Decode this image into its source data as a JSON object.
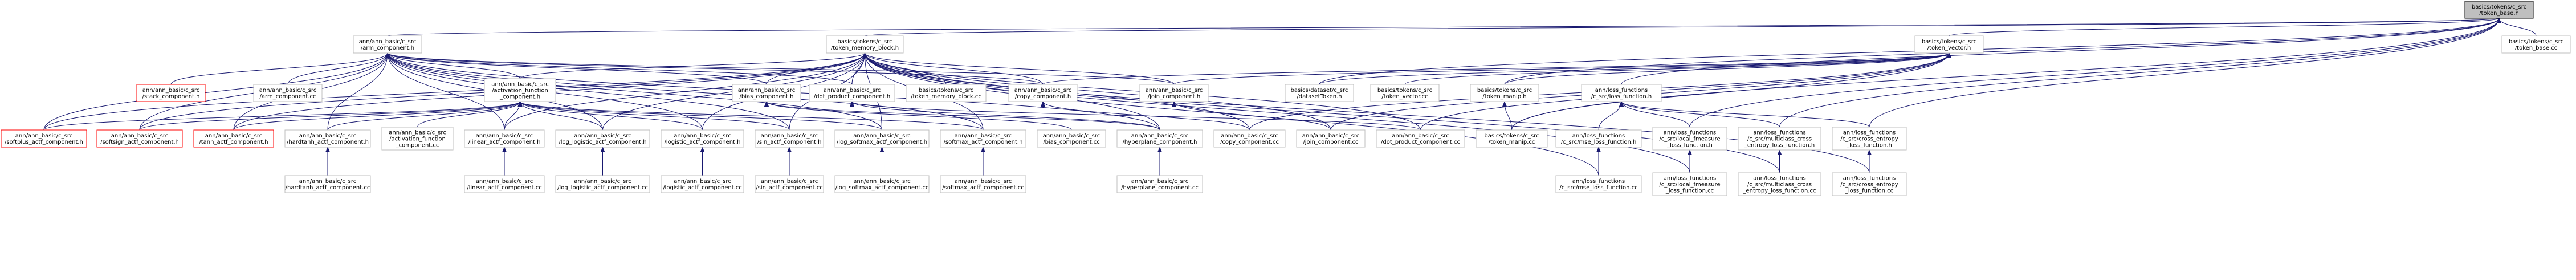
{
  "diagram": {
    "colors": {
      "edge": "#191970",
      "node_border": "#bfbfbf",
      "node_missing_border": "#ff0000",
      "root_fill": "#bfbfbf",
      "root_border": "#000000",
      "node_fill": "#ffffff",
      "text": "#000000"
    },
    "nodes": [
      {
        "id": "token_base_h",
        "lines": [
          "basics/tokens/c_src",
          "/token_base.h"
        ],
        "style": "root"
      },
      {
        "id": "arm_component_h",
        "lines": [
          "ann/ann_basic/c_src",
          "/arm_component.h"
        ],
        "style": "normal"
      },
      {
        "id": "token_memory_block_h",
        "lines": [
          "basics/tokens/c_src",
          "/token_memory_block.h"
        ],
        "style": "normal"
      },
      {
        "id": "token_vector_h",
        "lines": [
          "basics/tokens/c_src",
          "/token_vector.h"
        ],
        "style": "normal"
      },
      {
        "id": "token_base_cc",
        "lines": [
          "basics/tokens/c_src",
          "/token_base.cc"
        ],
        "style": "normal"
      },
      {
        "id": "stack_component_h",
        "lines": [
          "ann/ann_basic/c_src",
          "/stack_component.h"
        ],
        "style": "missing"
      },
      {
        "id": "arm_component_cc",
        "lines": [
          "ann/ann_basic/c_src",
          "/arm_component.cc"
        ],
        "style": "normal"
      },
      {
        "id": "activation_function_component_h",
        "lines": [
          "ann/ann_basic/c_src",
          "/activation_function",
          "_component.h"
        ],
        "style": "normal"
      },
      {
        "id": "bias_component_h",
        "lines": [
          "ann/ann_basic/c_src",
          "/bias_component.h"
        ],
        "style": "normal"
      },
      {
        "id": "dot_product_component_h",
        "lines": [
          "ann/ann_basic/c_src",
          "/dot_product_component.h"
        ],
        "style": "normal"
      },
      {
        "id": "token_memory_block_cc",
        "lines": [
          "basics/tokens/c_src",
          "/token_memory_block.cc"
        ],
        "style": "normal"
      },
      {
        "id": "copy_component_h",
        "lines": [
          "ann/ann_basic/c_src",
          "/copy_component.h"
        ],
        "style": "normal"
      },
      {
        "id": "join_component_h",
        "lines": [
          "ann/ann_basic/c_src",
          "/join_component.h"
        ],
        "style": "normal"
      },
      {
        "id": "datasetToken_h",
        "lines": [
          "basics/dataset/c_src",
          "/datasetToken.h"
        ],
        "style": "normal"
      },
      {
        "id": "token_vector_cc",
        "lines": [
          "basics/tokens/c_src",
          "/token_vector.cc"
        ],
        "style": "normal"
      },
      {
        "id": "token_manip_h",
        "lines": [
          "basics/tokens/c_src",
          "/token_manip.h"
        ],
        "style": "normal"
      },
      {
        "id": "loss_function_h",
        "lines": [
          "ann/loss_functions",
          "/c_src/loss_function.h"
        ],
        "style": "normal"
      },
      {
        "id": "softplus_actf_component_h",
        "lines": [
          "ann/ann_basic/c_src",
          "/softplus_actf_component.h"
        ],
        "style": "missing"
      },
      {
        "id": "softsign_actf_component_h",
        "lines": [
          "ann/ann_basic/c_src",
          "/softsign_actf_component.h"
        ],
        "style": "missing"
      },
      {
        "id": "tanh_actf_component_h",
        "lines": [
          "ann/ann_basic/c_src",
          "/tanh_actf_component.h"
        ],
        "style": "missing"
      },
      {
        "id": "hardtanh_actf_component_h",
        "lines": [
          "ann/ann_basic/c_src",
          "/hardtanh_actf_component.h"
        ],
        "style": "normal"
      },
      {
        "id": "activation_function_component_cc",
        "lines": [
          "ann/ann_basic/c_src",
          "/activation_function",
          "_component.cc"
        ],
        "style": "normal"
      },
      {
        "id": "linear_actf_component_h",
        "lines": [
          "ann/ann_basic/c_src",
          "/linear_actf_component.h"
        ],
        "style": "normal"
      },
      {
        "id": "log_logistic_actf_component_h",
        "lines": [
          "ann/ann_basic/c_src",
          "/log_logistic_actf_component.h"
        ],
        "style": "normal"
      },
      {
        "id": "logistic_actf_component_h",
        "lines": [
          "ann/ann_basic/c_src",
          "/logistic_actf_component.h"
        ],
        "style": "normal"
      },
      {
        "id": "sin_actf_component_h",
        "lines": [
          "ann/ann_basic/c_src",
          "/sin_actf_component.h"
        ],
        "style": "normal"
      },
      {
        "id": "log_softmax_actf_component_h",
        "lines": [
          "ann/ann_basic/c_src",
          "/log_softmax_actf_component.h"
        ],
        "style": "normal"
      },
      {
        "id": "softmax_actf_component_h",
        "lines": [
          "ann/ann_basic/c_src",
          "/softmax_actf_component.h"
        ],
        "style": "normal"
      },
      {
        "id": "bias_component_cc",
        "lines": [
          "ann/ann_basic/c_src",
          "/bias_component.cc"
        ],
        "style": "normal"
      },
      {
        "id": "hyperplane_component_h",
        "lines": [
          "ann/ann_basic/c_src",
          "/hyperplane_component.h"
        ],
        "style": "normal"
      },
      {
        "id": "copy_component_cc",
        "lines": [
          "ann/ann_basic/c_src",
          "/copy_component.cc"
        ],
        "style": "normal"
      },
      {
        "id": "join_component_cc",
        "lines": [
          "ann/ann_basic/c_src",
          "/join_component.cc"
        ],
        "style": "normal"
      },
      {
        "id": "dot_product_component_cc",
        "lines": [
          "ann/ann_basic/c_src",
          "/dot_product_component.cc"
        ],
        "style": "normal"
      },
      {
        "id": "token_manip_cc",
        "lines": [
          "basics/tokens/c_src",
          "/token_manip.cc"
        ],
        "style": "normal"
      },
      {
        "id": "mse_loss_function_h",
        "lines": [
          "ann/loss_functions",
          "/c_src/mse_loss_function.h"
        ],
        "style": "normal"
      },
      {
        "id": "local_fmeasure_loss_function_h",
        "lines": [
          "ann/loss_functions",
          "/c_src/local_fmeasure",
          "_loss_function.h"
        ],
        "style": "normal"
      },
      {
        "id": "multiclass_cross_entropy_loss_function_h",
        "lines": [
          "ann/loss_functions",
          "/c_src/multiclass_cross",
          "_entropy_loss_function.h"
        ],
        "style": "normal"
      },
      {
        "id": "cross_entropy_loss_function_h",
        "lines": [
          "ann/loss_functions",
          "/c_src/cross_entropy",
          "_loss_function.h"
        ],
        "style": "normal"
      },
      {
        "id": "hardtanh_actf_component_cc",
        "lines": [
          "ann/ann_basic/c_src",
          "/hardtanh_actf_component.cc"
        ],
        "style": "normal"
      },
      {
        "id": "linear_actf_component_cc",
        "lines": [
          "ann/ann_basic/c_src",
          "/linear_actf_component.cc"
        ],
        "style": "normal"
      },
      {
        "id": "log_logistic_actf_component_cc",
        "lines": [
          "ann/ann_basic/c_src",
          "/log_logistic_actf_component.cc"
        ],
        "style": "normal"
      },
      {
        "id": "logistic_actf_component_cc",
        "lines": [
          "ann/ann_basic/c_src",
          "/logistic_actf_component.cc"
        ],
        "style": "normal"
      },
      {
        "id": "sin_actf_component_cc",
        "lines": [
          "ann/ann_basic/c_src",
          "/sin_actf_component.cc"
        ],
        "style": "normal"
      },
      {
        "id": "log_softmax_actf_component_cc",
        "lines": [
          "ann/ann_basic/c_src",
          "/log_softmax_actf_component.cc"
        ],
        "style": "normal"
      },
      {
        "id": "softmax_actf_component_cc",
        "lines": [
          "ann/ann_basic/c_src",
          "/softmax_actf_component.cc"
        ],
        "style": "normal"
      },
      {
        "id": "hyperplane_component_cc",
        "lines": [
          "ann/ann_basic/c_src",
          "/hyperplane_component.cc"
        ],
        "style": "normal"
      },
      {
        "id": "mse_loss_function_cc",
        "lines": [
          "ann/loss_functions",
          "/c_src/mse_loss_function.cc"
        ],
        "style": "normal"
      },
      {
        "id": "local_fmeasure_loss_function_cc",
        "lines": [
          "ann/loss_functions",
          "/c_src/local_fmeasure",
          "_loss_function.cc"
        ],
        "style": "normal"
      },
      {
        "id": "multiclass_cross_entropy_loss_function_cc",
        "lines": [
          "ann/loss_functions",
          "/c_src/multiclass_cross",
          "_entropy_loss_function.cc"
        ],
        "style": "normal"
      },
      {
        "id": "cross_entropy_loss_function_cc",
        "lines": [
          "ann/loss_functions",
          "/c_src/cross_entropy",
          "_loss_function.cc"
        ],
        "style": "normal"
      }
    ],
    "edges": [
      [
        "arm_component_h",
        "token_base_h"
      ],
      [
        "token_memory_block_h",
        "token_base_h"
      ],
      [
        "token_vector_h",
        "token_base_h"
      ],
      [
        "token_base_cc",
        "token_base_h"
      ],
      [
        "datasetToken_h",
        "token_base_h"
      ],
      [
        "token_manip_h",
        "token_base_h"
      ],
      [
        "loss_function_h",
        "token_base_h"
      ],
      [
        "token_manip_cc",
        "token_base_h"
      ],
      [
        "local_fmeasure_loss_function_h",
        "token_base_h"
      ],
      [
        "multiclass_cross_entropy_loss_function_h",
        "token_base_h"
      ],
      [
        "cross_entropy_loss_function_h",
        "token_base_h"
      ],
      [
        "stack_component_h",
        "arm_component_h"
      ],
      [
        "arm_component_cc",
        "arm_component_h"
      ],
      [
        "activation_function_component_h",
        "arm_component_h"
      ],
      [
        "bias_component_h",
        "arm_component_h"
      ],
      [
        "dot_product_component_h",
        "arm_component_h"
      ],
      [
        "copy_component_h",
        "arm_component_h"
      ],
      [
        "join_component_h",
        "arm_component_h"
      ],
      [
        "softplus_actf_component_h",
        "arm_component_h"
      ],
      [
        "softsign_actf_component_h",
        "arm_component_h"
      ],
      [
        "tanh_actf_component_h",
        "arm_component_h"
      ],
      [
        "hardtanh_actf_component_h",
        "arm_component_h"
      ],
      [
        "linear_actf_component_h",
        "arm_component_h"
      ],
      [
        "log_logistic_actf_component_h",
        "arm_component_h"
      ],
      [
        "logistic_actf_component_h",
        "arm_component_h"
      ],
      [
        "sin_actf_component_h",
        "arm_component_h"
      ],
      [
        "log_softmax_actf_component_h",
        "arm_component_h"
      ],
      [
        "softmax_actf_component_h",
        "arm_component_h"
      ],
      [
        "hyperplane_component_h",
        "arm_component_h"
      ],
      [
        "activation_function_component_h",
        "token_memory_block_h"
      ],
      [
        "bias_component_h",
        "token_memory_block_h"
      ],
      [
        "dot_product_component_h",
        "token_memory_block_h"
      ],
      [
        "token_memory_block_cc",
        "token_memory_block_h"
      ],
      [
        "copy_component_h",
        "token_memory_block_h"
      ],
      [
        "join_component_h",
        "token_memory_block_h"
      ],
      [
        "softplus_actf_component_h",
        "token_memory_block_h"
      ],
      [
        "softsign_actf_component_h",
        "token_memory_block_h"
      ],
      [
        "tanh_actf_component_h",
        "token_memory_block_h"
      ],
      [
        "linear_actf_component_h",
        "token_memory_block_h"
      ],
      [
        "log_logistic_actf_component_h",
        "token_memory_block_h"
      ],
      [
        "logistic_actf_component_h",
        "token_memory_block_h"
      ],
      [
        "sin_actf_component_h",
        "token_memory_block_h"
      ],
      [
        "log_softmax_actf_component_h",
        "token_memory_block_h"
      ],
      [
        "softmax_actf_component_h",
        "token_memory_block_h"
      ],
      [
        "hyperplane_component_h",
        "token_memory_block_h"
      ],
      [
        "copy_component_cc",
        "token_memory_block_h"
      ],
      [
        "join_component_cc",
        "token_memory_block_h"
      ],
      [
        "dot_product_component_cc",
        "token_memory_block_h"
      ],
      [
        "mse_loss_function_cc",
        "token_memory_block_h"
      ],
      [
        "local_fmeasure_loss_function_cc",
        "token_memory_block_h"
      ],
      [
        "multiclass_cross_entropy_loss_function_cc",
        "token_memory_block_h"
      ],
      [
        "cross_entropy_loss_function_cc",
        "token_memory_block_h"
      ],
      [
        "copy_component_h",
        "token_vector_h"
      ],
      [
        "join_component_h",
        "token_vector_h"
      ],
      [
        "datasetToken_h",
        "token_vector_h"
      ],
      [
        "token_vector_cc",
        "token_vector_h"
      ],
      [
        "token_manip_h",
        "token_vector_h"
      ],
      [
        "copy_component_cc",
        "token_vector_h"
      ],
      [
        "join_component_cc",
        "token_vector_h"
      ],
      [
        "dot_product_component_cc",
        "token_vector_h"
      ],
      [
        "token_manip_cc",
        "token_vector_h"
      ],
      [
        "softplus_actf_component_h",
        "activation_function_component_h"
      ],
      [
        "softsign_actf_component_h",
        "activation_function_component_h"
      ],
      [
        "tanh_actf_component_h",
        "activation_function_component_h"
      ],
      [
        "hardtanh_actf_component_h",
        "activation_function_component_h"
      ],
      [
        "activation_function_component_cc",
        "activation_function_component_h"
      ],
      [
        "linear_actf_component_h",
        "activation_function_component_h"
      ],
      [
        "log_logistic_actf_component_h",
        "activation_function_component_h"
      ],
      [
        "logistic_actf_component_h",
        "activation_function_component_h"
      ],
      [
        "sin_actf_component_h",
        "activation_function_component_h"
      ],
      [
        "log_softmax_actf_component_h",
        "activation_function_component_h"
      ],
      [
        "softmax_actf_component_h",
        "activation_function_component_h"
      ],
      [
        "bias_component_cc",
        "bias_component_h"
      ],
      [
        "hyperplane_component_h",
        "bias_component_h"
      ],
      [
        "dot_product_component_cc",
        "dot_product_component_h"
      ],
      [
        "hyperplane_component_h",
        "dot_product_component_h"
      ],
      [
        "copy_component_cc",
        "copy_component_h"
      ],
      [
        "join_component_cc",
        "join_component_h"
      ],
      [
        "token_manip_cc",
        "token_manip_h"
      ],
      [
        "mse_loss_function_h",
        "loss_function_h"
      ],
      [
        "local_fmeasure_loss_function_h",
        "loss_function_h"
      ],
      [
        "multiclass_cross_entropy_loss_function_h",
        "loss_function_h"
      ],
      [
        "cross_entropy_loss_function_h",
        "loss_function_h"
      ],
      [
        "hardtanh_actf_component_cc",
        "hardtanh_actf_component_h"
      ],
      [
        "linear_actf_component_cc",
        "linear_actf_component_h"
      ],
      [
        "log_logistic_actf_component_cc",
        "log_logistic_actf_component_h"
      ],
      [
        "logistic_actf_component_cc",
        "logistic_actf_component_h"
      ],
      [
        "sin_actf_component_cc",
        "sin_actf_component_h"
      ],
      [
        "log_softmax_actf_component_cc",
        "log_softmax_actf_component_h"
      ],
      [
        "softmax_actf_component_cc",
        "softmax_actf_component_h"
      ],
      [
        "hyperplane_component_cc",
        "hyperplane_component_h"
      ],
      [
        "mse_loss_function_cc",
        "mse_loss_function_h"
      ],
      [
        "local_fmeasure_loss_function_cc",
        "local_fmeasure_loss_function_h"
      ],
      [
        "multiclass_cross_entropy_loss_function_cc",
        "multiclass_cross_entropy_loss_function_h"
      ],
      [
        "cross_entropy_loss_function_cc",
        "cross_entropy_loss_function_h"
      ]
    ]
  }
}
